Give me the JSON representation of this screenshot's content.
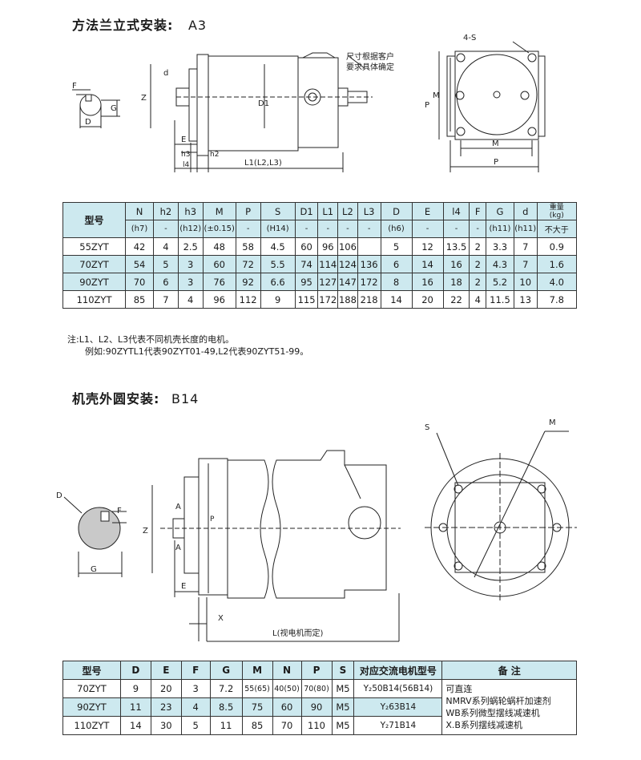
{
  "section1": {
    "title": "方法兰立式安装:",
    "code": "A3",
    "labels": {
      "F": "F",
      "G": "G",
      "D": "D",
      "d": "d",
      "Z": "Z",
      "D1": "D1",
      "E": "E",
      "h3": "h3",
      "h2": "h2",
      "l4": "l4",
      "L": "L1(L2,L3)",
      "note1": "尺寸根据客户",
      "note2": "要求具体确定",
      "S": "4-S",
      "P": "P",
      "M": "M"
    }
  },
  "table1": {
    "headers": [
      "型号",
      "N",
      "h2",
      "h3",
      "M",
      "P",
      "S",
      "D1",
      "L1",
      "L2",
      "L3",
      "D",
      "E",
      "l4",
      "F",
      "G",
      "d",
      "重量"
    ],
    "subheaders": [
      "(h7)",
      "-",
      "(h12)",
      "(±0.15)",
      "-",
      "(H14)",
      "-",
      "-",
      "-",
      "-",
      "(h6)",
      "-",
      "-",
      "-",
      "(h11)",
      "(h11)"
    ],
    "weight_sub": [
      "(kg)",
      "不大于"
    ],
    "rows": [
      [
        "55ZYT",
        "42",
        "4",
        "2.5",
        "48",
        "58",
        "4.5",
        "60",
        "96",
        "106",
        "",
        "5",
        "12",
        "13.5",
        "2",
        "3.3",
        "7",
        "0.9"
      ],
      [
        "70ZYT",
        "54",
        "5",
        "3",
        "60",
        "72",
        "5.5",
        "74",
        "114",
        "124",
        "136",
        "6",
        "14",
        "16",
        "2",
        "4.3",
        "7",
        "1.6"
      ],
      [
        "90ZYT",
        "70",
        "6",
        "3",
        "76",
        "92",
        "6.6",
        "95",
        "127",
        "147",
        "172",
        "8",
        "16",
        "18",
        "2",
        "5.2",
        "10",
        "4.0"
      ],
      [
        "110ZYT",
        "85",
        "7",
        "4",
        "96",
        "112",
        "9",
        "115",
        "172",
        "188",
        "218",
        "14",
        "20",
        "22",
        "4",
        "11.5",
        "13",
        "7.8"
      ]
    ]
  },
  "notes": {
    "line1": "注:L1、L2、L3代表不同机壳长度的电机。",
    "line2": "例如:90ZYTL1代表90ZYT01-49,L2代表90ZYT51-99。"
  },
  "section2": {
    "title": "机壳外圆安装:",
    "code": "B14",
    "labels": {
      "D": "D",
      "F": "F",
      "G": "G",
      "A": "A",
      "Z": "Z",
      "P": "P",
      "E": "E",
      "X": "X",
      "L": "L(视电机而定)",
      "S": "S",
      "M": "M"
    }
  },
  "table2": {
    "headers": [
      "型号",
      "D",
      "E",
      "F",
      "G",
      "M",
      "N",
      "P",
      "S",
      "对应交流电机型号",
      "备    注"
    ],
    "rows": [
      [
        "70ZYT",
        "9",
        "20",
        "3",
        "7.2",
        "55(65)",
        "40(50)",
        "70(80)",
        "M5",
        "Y₂50B14(56B14)"
      ],
      [
        "90ZYT",
        "11",
        "23",
        "4",
        "8.5",
        "75",
        "60",
        "90",
        "M5",
        "Y₂63B14"
      ],
      [
        "110ZYT",
        "14",
        "30",
        "5",
        "11",
        "85",
        "70",
        "110",
        "M5",
        "Y₂71B14"
      ]
    ],
    "remarks": [
      "可直连",
      "NMRV系列蜗轮蜗杆加速剂",
      "WB系列微型摆线减速机",
      "X.B系列摆线减速机"
    ]
  }
}
